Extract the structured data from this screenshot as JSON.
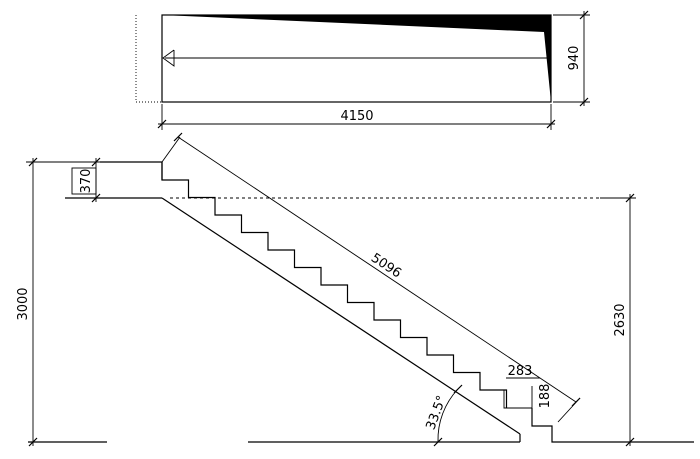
{
  "plan": {
    "width_label": "4150",
    "depth_label": "940"
  },
  "section": {
    "total_height_label": "3000",
    "floor_height_label": "2630",
    "top_step_label": "370",
    "stair_length_label": "5096",
    "tread_label": "283",
    "riser_label": "188",
    "angle_label": "33.5°"
  },
  "colors": {
    "line": "#000000",
    "fill": "#000000",
    "background": "#ffffff"
  }
}
